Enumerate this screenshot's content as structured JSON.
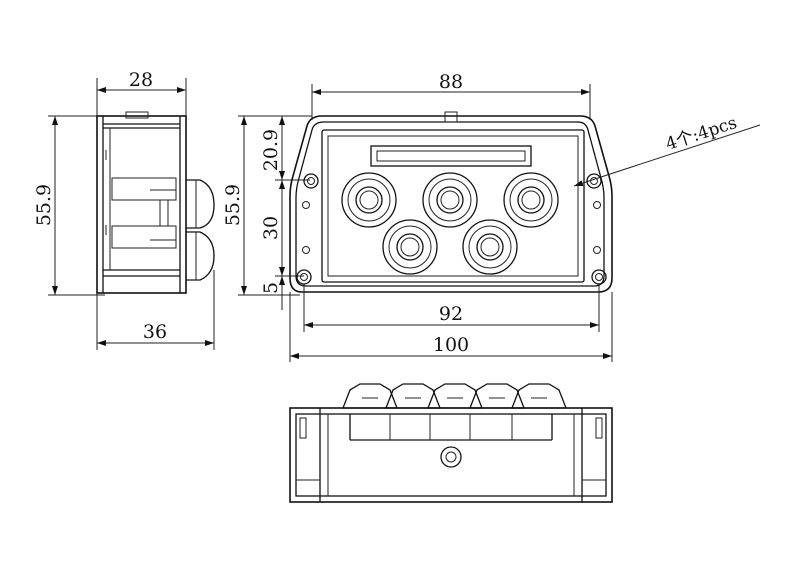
{
  "side_view": {
    "top_width": "28",
    "bottom_width": "36",
    "height": "55.9"
  },
  "front_view": {
    "overall_width": "88",
    "height": "55.9",
    "dim_top_offset": "20.9",
    "dim_hole_spacing": "30",
    "dim_bottom_offset": "5",
    "hole_spacing": "92",
    "base_width": "100",
    "mounting_note": "4个:4pcs"
  }
}
